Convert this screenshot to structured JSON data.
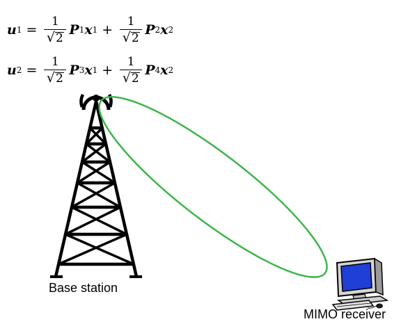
{
  "equations": [
    {
      "lhs": "u",
      "lhs_sub": "1",
      "eq": "=",
      "frac_num": "1",
      "frac_den": "2",
      "term1": "P",
      "term1_sub": "1",
      "var1": "x",
      "var1_sub": "1",
      "plus": "+",
      "term2": "P",
      "term2_sub": "2",
      "var2": "x",
      "var2_sub": "2"
    },
    {
      "lhs": "u",
      "lhs_sub": "2",
      "eq": "=",
      "frac_num": "1",
      "frac_den": "2",
      "term1": "P",
      "term1_sub": "3",
      "var1": "x",
      "var1_sub": "1",
      "plus": "+",
      "term2": "P",
      "term2_sub": "4",
      "var2": "x",
      "var2_sub": "2"
    }
  ],
  "labels": {
    "base_station": "Base station",
    "receiver": "MIMO receiver"
  },
  "colors": {
    "beam": "#3cb54a",
    "tower": "#000000",
    "screen": "#1f3fd6",
    "monitor_body": "#c9c9c9"
  },
  "icons": {
    "tower": "antenna-tower-icon",
    "receiver": "desktop-computer-icon"
  }
}
